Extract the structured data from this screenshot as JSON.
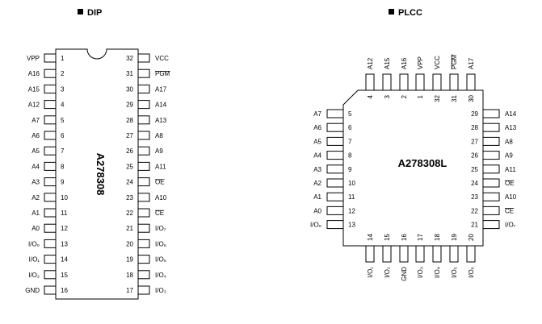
{
  "dip": {
    "title": "DIP",
    "part": "A278308",
    "left_pins": [
      {
        "label": "VPP",
        "num": "1"
      },
      {
        "label": "A16",
        "num": "2"
      },
      {
        "label": "A15",
        "num": "3"
      },
      {
        "label": "A12",
        "num": "4"
      },
      {
        "label": "A7",
        "num": "5"
      },
      {
        "label": "A6",
        "num": "6"
      },
      {
        "label": "A5",
        "num": "7"
      },
      {
        "label": "A4",
        "num": "8"
      },
      {
        "label": "A3",
        "num": "9"
      },
      {
        "label": "A2",
        "num": "10"
      },
      {
        "label": "A1",
        "num": "11"
      },
      {
        "label": "A0",
        "num": "12"
      },
      {
        "label": "I/O₀",
        "num": "13"
      },
      {
        "label": "I/O₁",
        "num": "14"
      },
      {
        "label": "I/O₂",
        "num": "15"
      },
      {
        "label": "GND",
        "num": "16"
      }
    ],
    "right_pins": [
      {
        "label": "VCC",
        "num": "32",
        "overline": false
      },
      {
        "label": "PGM",
        "num": "31",
        "overline": true
      },
      {
        "label": "A17",
        "num": "30",
        "overline": false
      },
      {
        "label": "A14",
        "num": "29",
        "overline": false
      },
      {
        "label": "A13",
        "num": "28",
        "overline": false
      },
      {
        "label": "A8",
        "num": "27",
        "overline": false
      },
      {
        "label": "A9",
        "num": "26",
        "overline": false
      },
      {
        "label": "A11",
        "num": "25",
        "overline": false
      },
      {
        "label": "OE",
        "num": "24",
        "overline": true
      },
      {
        "label": "A10",
        "num": "23",
        "overline": false
      },
      {
        "label": "CE",
        "num": "22",
        "overline": true
      },
      {
        "label": "I/O₇",
        "num": "21",
        "overline": false
      },
      {
        "label": "I/O₆",
        "num": "20",
        "overline": false
      },
      {
        "label": "I/O₅",
        "num": "19",
        "overline": false
      },
      {
        "label": "I/O₄",
        "num": "18",
        "overline": false
      },
      {
        "label": "I/O₃",
        "num": "17",
        "overline": false
      }
    ]
  },
  "plcc": {
    "title": "PLCC",
    "part": "A278308L",
    "top_pins": [
      {
        "label": "A12",
        "num": "4",
        "overline": false
      },
      {
        "label": "A15",
        "num": "3",
        "overline": false
      },
      {
        "label": "A16",
        "num": "2",
        "overline": false
      },
      {
        "label": "VPP",
        "num": "1",
        "overline": false
      },
      {
        "label": "VCC",
        "num": "32",
        "overline": false
      },
      {
        "label": "PGM",
        "num": "31",
        "overline": true
      },
      {
        "label": "A17",
        "num": "30",
        "overline": false
      }
    ],
    "left_pins": [
      {
        "label": "A7",
        "num": "5"
      },
      {
        "label": "A6",
        "num": "6"
      },
      {
        "label": "A5",
        "num": "7"
      },
      {
        "label": "A4",
        "num": "8"
      },
      {
        "label": "A3",
        "num": "9"
      },
      {
        "label": "A2",
        "num": "10"
      },
      {
        "label": "A1",
        "num": "11"
      },
      {
        "label": "A0",
        "num": "12"
      },
      {
        "label": "I/O₀",
        "num": "13"
      }
    ],
    "right_pins": [
      {
        "label": "A14",
        "num": "29",
        "overline": false
      },
      {
        "label": "A13",
        "num": "28",
        "overline": false
      },
      {
        "label": "A8",
        "num": "27",
        "overline": false
      },
      {
        "label": "A9",
        "num": "26",
        "overline": false
      },
      {
        "label": "A11",
        "num": "25",
        "overline": false
      },
      {
        "label": "OE",
        "num": "24",
        "overline": true
      },
      {
        "label": "A10",
        "num": "23",
        "overline": false
      },
      {
        "label": "CE",
        "num": "22",
        "overline": true
      },
      {
        "label": "I/O₇",
        "num": "21",
        "overline": false
      }
    ],
    "bottom_pins": [
      {
        "label": "I/O₁",
        "num": "14"
      },
      {
        "label": "I/O₂",
        "num": "15"
      },
      {
        "label": "GND",
        "num": "16"
      },
      {
        "label": "I/O₃",
        "num": "17"
      },
      {
        "label": "I/O₄",
        "num": "18"
      },
      {
        "label": "I/O₅",
        "num": "19"
      },
      {
        "label": "I/O₆",
        "num": "20"
      }
    ]
  }
}
